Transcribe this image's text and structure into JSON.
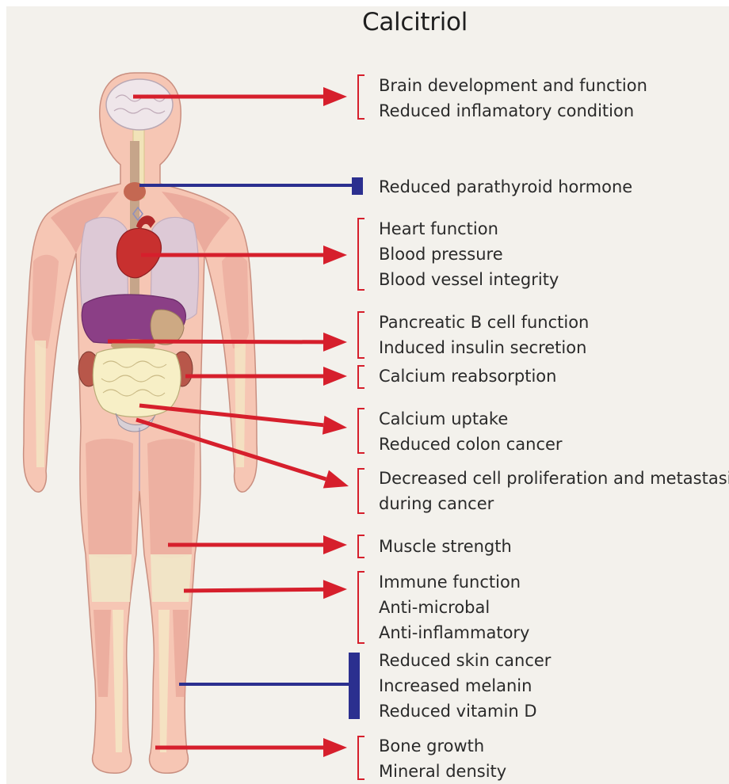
{
  "title": "Calcitriol",
  "colors": {
    "stimulate_arrow": "#d61f2c",
    "inhibit_line": "#2b2f8f",
    "background": "#f3f1ec",
    "skin": "#f6c6b4",
    "muscle": "#e49a8e",
    "heart": "#c8302f",
    "liver": "#8b3f86",
    "kidney": "#b8574a",
    "intestine": "#f7efc6",
    "lung": "#ddc9d6"
  },
  "effects": [
    {
      "id": "brain",
      "type": "stimulate",
      "lines": [
        "Brain development and function",
        "Reduced inflamatory condition"
      ]
    },
    {
      "id": "parathyroid",
      "type": "inhibit",
      "lines": [
        "Reduced parathyroid hormone"
      ]
    },
    {
      "id": "heart",
      "type": "stimulate",
      "lines": [
        "Heart function",
        "Blood pressure",
        "Blood vessel integrity"
      ]
    },
    {
      "id": "pancreas",
      "type": "stimulate",
      "lines": [
        "Pancreatic B cell function",
        "Induced insulin secretion"
      ]
    },
    {
      "id": "kidney",
      "type": "stimulate",
      "lines": [
        "Calcium reabsorption"
      ]
    },
    {
      "id": "intestine",
      "type": "stimulate",
      "lines": [
        "Calcium uptake",
        "Reduced colon cancer"
      ]
    },
    {
      "id": "cancer",
      "type": "stimulate",
      "lines": [
        "Decreased cell proliferation and metastasis",
        "during cancer"
      ]
    },
    {
      "id": "muscle",
      "type": "stimulate",
      "lines": [
        "Muscle strength"
      ]
    },
    {
      "id": "immune",
      "type": "stimulate",
      "lines": [
        "Immune function",
        "Anti-microbal",
        "Anti-inflammatory"
      ]
    },
    {
      "id": "skin",
      "type": "inhibit",
      "lines": [
        "Reduced skin cancer",
        "Increased melanin",
        "Reduced vitamin D"
      ]
    },
    {
      "id": "bone",
      "type": "stimulate",
      "lines": [
        "Bone growth",
        "Mineral density"
      ]
    }
  ]
}
